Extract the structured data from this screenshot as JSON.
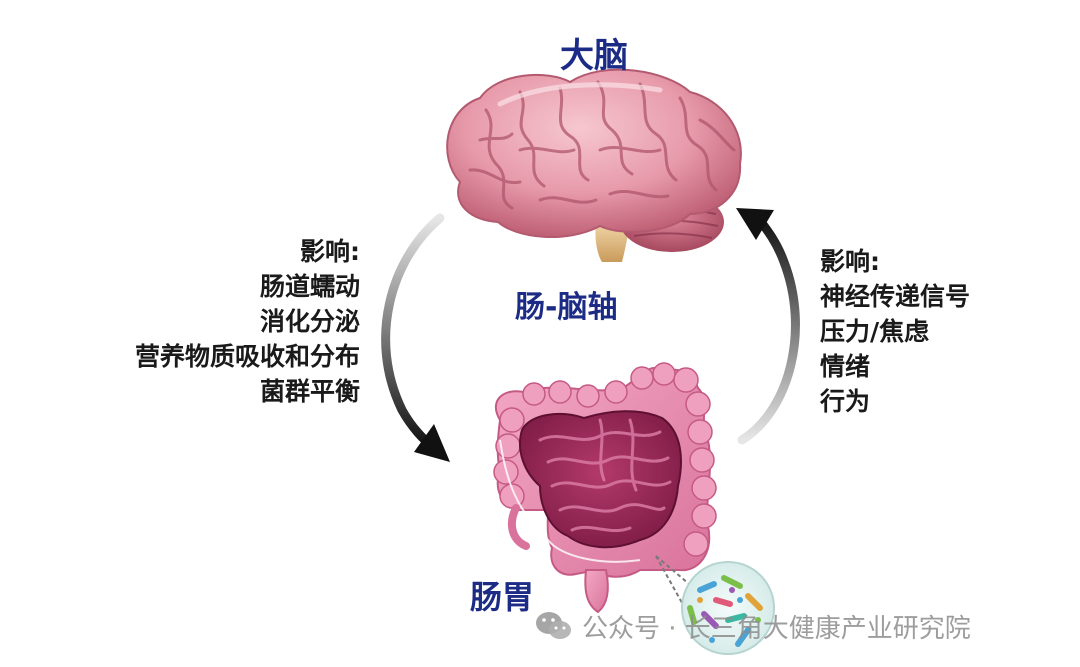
{
  "labels": {
    "brain": "大脑",
    "axis": "肠-脑轴",
    "gut": "肠胃"
  },
  "left_block": {
    "lines": [
      "影响:",
      "肠道蠕动",
      "消化分泌",
      "营养物质吸收和分布",
      "菌群平衡"
    ]
  },
  "right_block": {
    "lines": [
      "影响:",
      "神经传递信号",
      "压力/焦虑",
      "情绪",
      "行为"
    ]
  },
  "watermark": {
    "text": "公众号 · 长三角大健康产业研究院"
  },
  "colors": {
    "label_blue": "#1c2c86",
    "brain_pink": "#e79aaa",
    "gut_pink": "#d9739c",
    "gut_dark": "#8e2350"
  },
  "icons": {
    "watermark": "wechat-icon"
  }
}
